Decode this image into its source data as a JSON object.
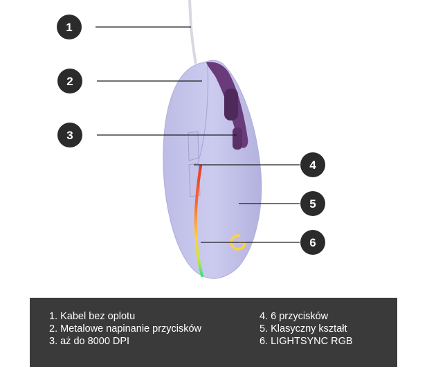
{
  "colors": {
    "mouse_body": "#c9c8ec",
    "mouse_shadow": "#aeaddb",
    "wheel_and_buttons": "#6a3b7a",
    "badge": "#2b2b2b",
    "legend_background": "#3a3a3a"
  },
  "callouts": [
    {
      "number": "1"
    },
    {
      "number": "2"
    },
    {
      "number": "3"
    },
    {
      "number": "4"
    },
    {
      "number": "5"
    },
    {
      "number": "6"
    }
  ],
  "legend": {
    "left": [
      "1. Kabel bez oplotu",
      "2. Metalowe napinanie przycisków",
      "3. aż do 8000 DPI"
    ],
    "right": [
      "4. 6 przycisków",
      "5. Klasyczny kształt",
      "6. LIGHTSYNC RGB"
    ]
  }
}
